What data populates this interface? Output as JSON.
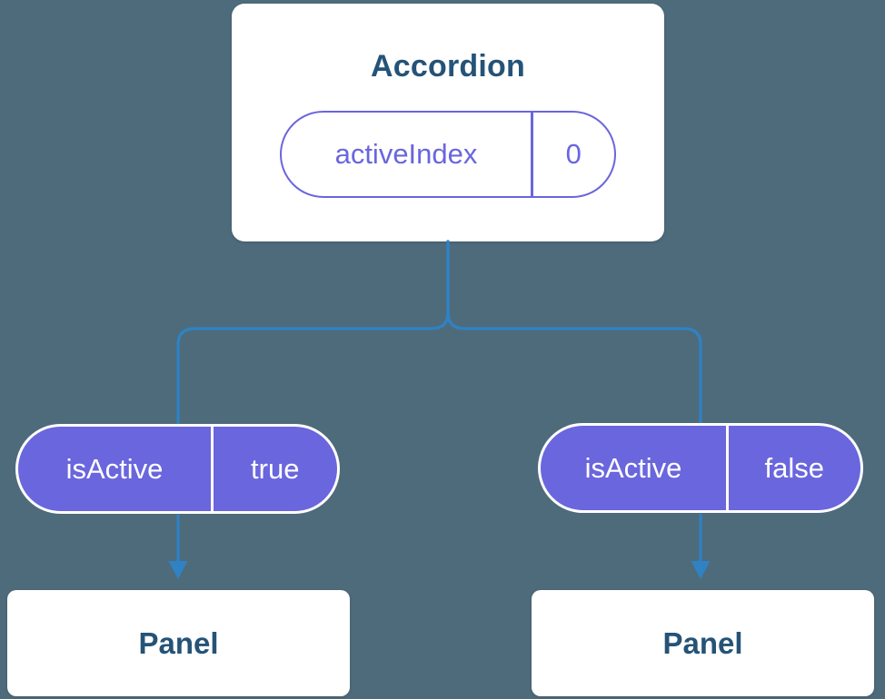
{
  "colors": {
    "background": "#4e6b7b",
    "card_bg": "#ffffff",
    "title_text": "#255377",
    "accent_indigo": "#6a66dd",
    "pill_text_light": "#ffffff",
    "connector": "#2f82c4"
  },
  "accordion": {
    "title": "Accordion",
    "state_pill": {
      "label": "activeIndex",
      "value": "0"
    }
  },
  "children": [
    {
      "prop_pill": {
        "label": "isActive",
        "value": "true"
      },
      "node": "Panel"
    },
    {
      "prop_pill": {
        "label": "isActive",
        "value": "false"
      },
      "node": "Panel"
    }
  ]
}
